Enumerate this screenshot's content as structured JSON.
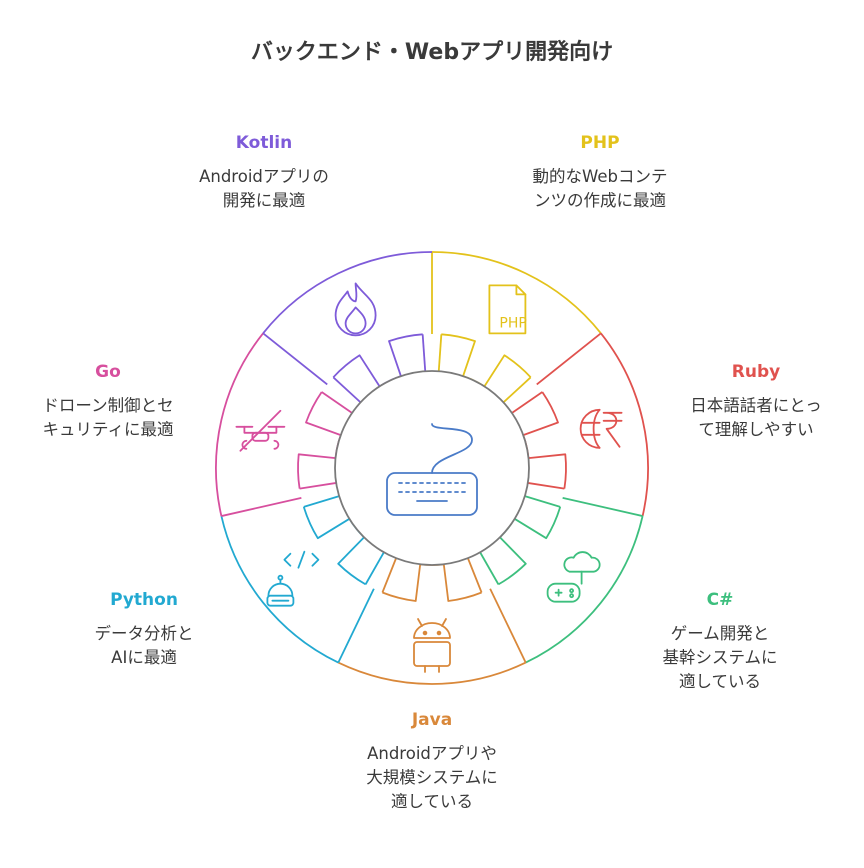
{
  "title": "バックエンド・Webアプリ開発向け",
  "center_icon": "keyboard-icon",
  "items": [
    {
      "id": "php",
      "name": "PHP",
      "desc": [
        "動的なWebコンテ",
        "ンツの作成に最適"
      ],
      "color": "#E3C21B",
      "icon": "php-file-icon"
    },
    {
      "id": "ruby",
      "name": "Ruby",
      "desc": [
        "日本語話者にとっ",
        "て理解しやすい"
      ],
      "color": "#E0524E",
      "icon": "rupee-globe-icon"
    },
    {
      "id": "csharp",
      "name": "C#",
      "desc": [
        "ゲーム開発と",
        "基幹システムに",
        "適している"
      ],
      "color": "#3DBF7E",
      "icon": "gamepad-cloud-icon"
    },
    {
      "id": "java",
      "name": "Java",
      "desc": [
        "Androidアプリや",
        "大規模システムに",
        "適している"
      ],
      "color": "#D9883A",
      "icon": "android-icon"
    },
    {
      "id": "python",
      "name": "Python",
      "desc": [
        "データ分析と",
        "AIに最適"
      ],
      "color": "#22A9D1",
      "icon": "robot-code-icon"
    },
    {
      "id": "go",
      "name": "Go",
      "desc": [
        "ドローン制御とセ",
        "キュリティに最適"
      ],
      "color": "#D74F9E",
      "icon": "drone-off-icon"
    },
    {
      "id": "kotlin",
      "name": "Kotlin",
      "desc": [
        "Androidアプリの",
        "開発に最適"
      ],
      "color": "#7E5BD9",
      "icon": "flame-icon"
    }
  ]
}
